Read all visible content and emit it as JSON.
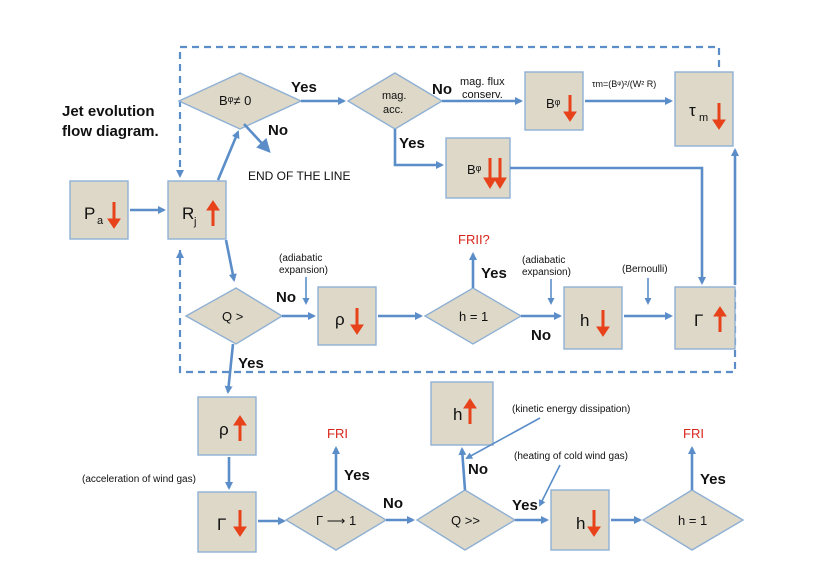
{
  "title_line1": "Jet evolution",
  "title_line2": "flow diagram.",
  "yes": "Yes",
  "no": "No",
  "nodes": {
    "Pa": "P",
    "Pa_sub": "a",
    "Rj": "R",
    "Rj_sub": "j",
    "Bphi_ne0": "Bᵠ≠ 0",
    "mag_acc_1": "mag.",
    "mag_acc_2": "acc.",
    "Bphi1": "Bᵠ",
    "Bphi2": "Bᵠ",
    "taum": "τ",
    "taum_sub": "m",
    "Q_gt": "Q >",
    "rho_down": "ρ",
    "h_eq1_top": "h = 1",
    "h_down_top": "h",
    "Gamma_top": "Γ",
    "rho_up": "ρ",
    "Gamma_down": "Γ",
    "Gamma_to1": "Γ ⟶ 1",
    "Q_gg": "Q >>",
    "h_up": "h",
    "h_down_bottom": "h",
    "h_eq1_bottom": "h = 1"
  },
  "labels": {
    "end_of_line": "END OF THE LINE",
    "mag_flux_1": "mag. flux",
    "mag_flux_2": "conserv.",
    "taum_formula": "τm=(Bᵠ)²/(W² R)",
    "adiabatic_1a": "(adiabatic",
    "adiabatic_1b": "expansion)",
    "adiabatic_2a": "(adiabatic",
    "adiabatic_2b": "expansion)",
    "bernoulli": "(Bernoulli)",
    "frii": "FRII?",
    "fri_1": "FRI",
    "fri_2": "FRI",
    "kinetic": "(kinetic energy dissipation)",
    "heating": "(heating of cold wind gas)",
    "acceleration": "(acceleration of wind gas)"
  },
  "colors": {
    "node_fill": "#ddd8c8",
    "arrow": "#5b8dc9",
    "red_arrow": "#e8421a",
    "red_text": "#d9261c"
  }
}
